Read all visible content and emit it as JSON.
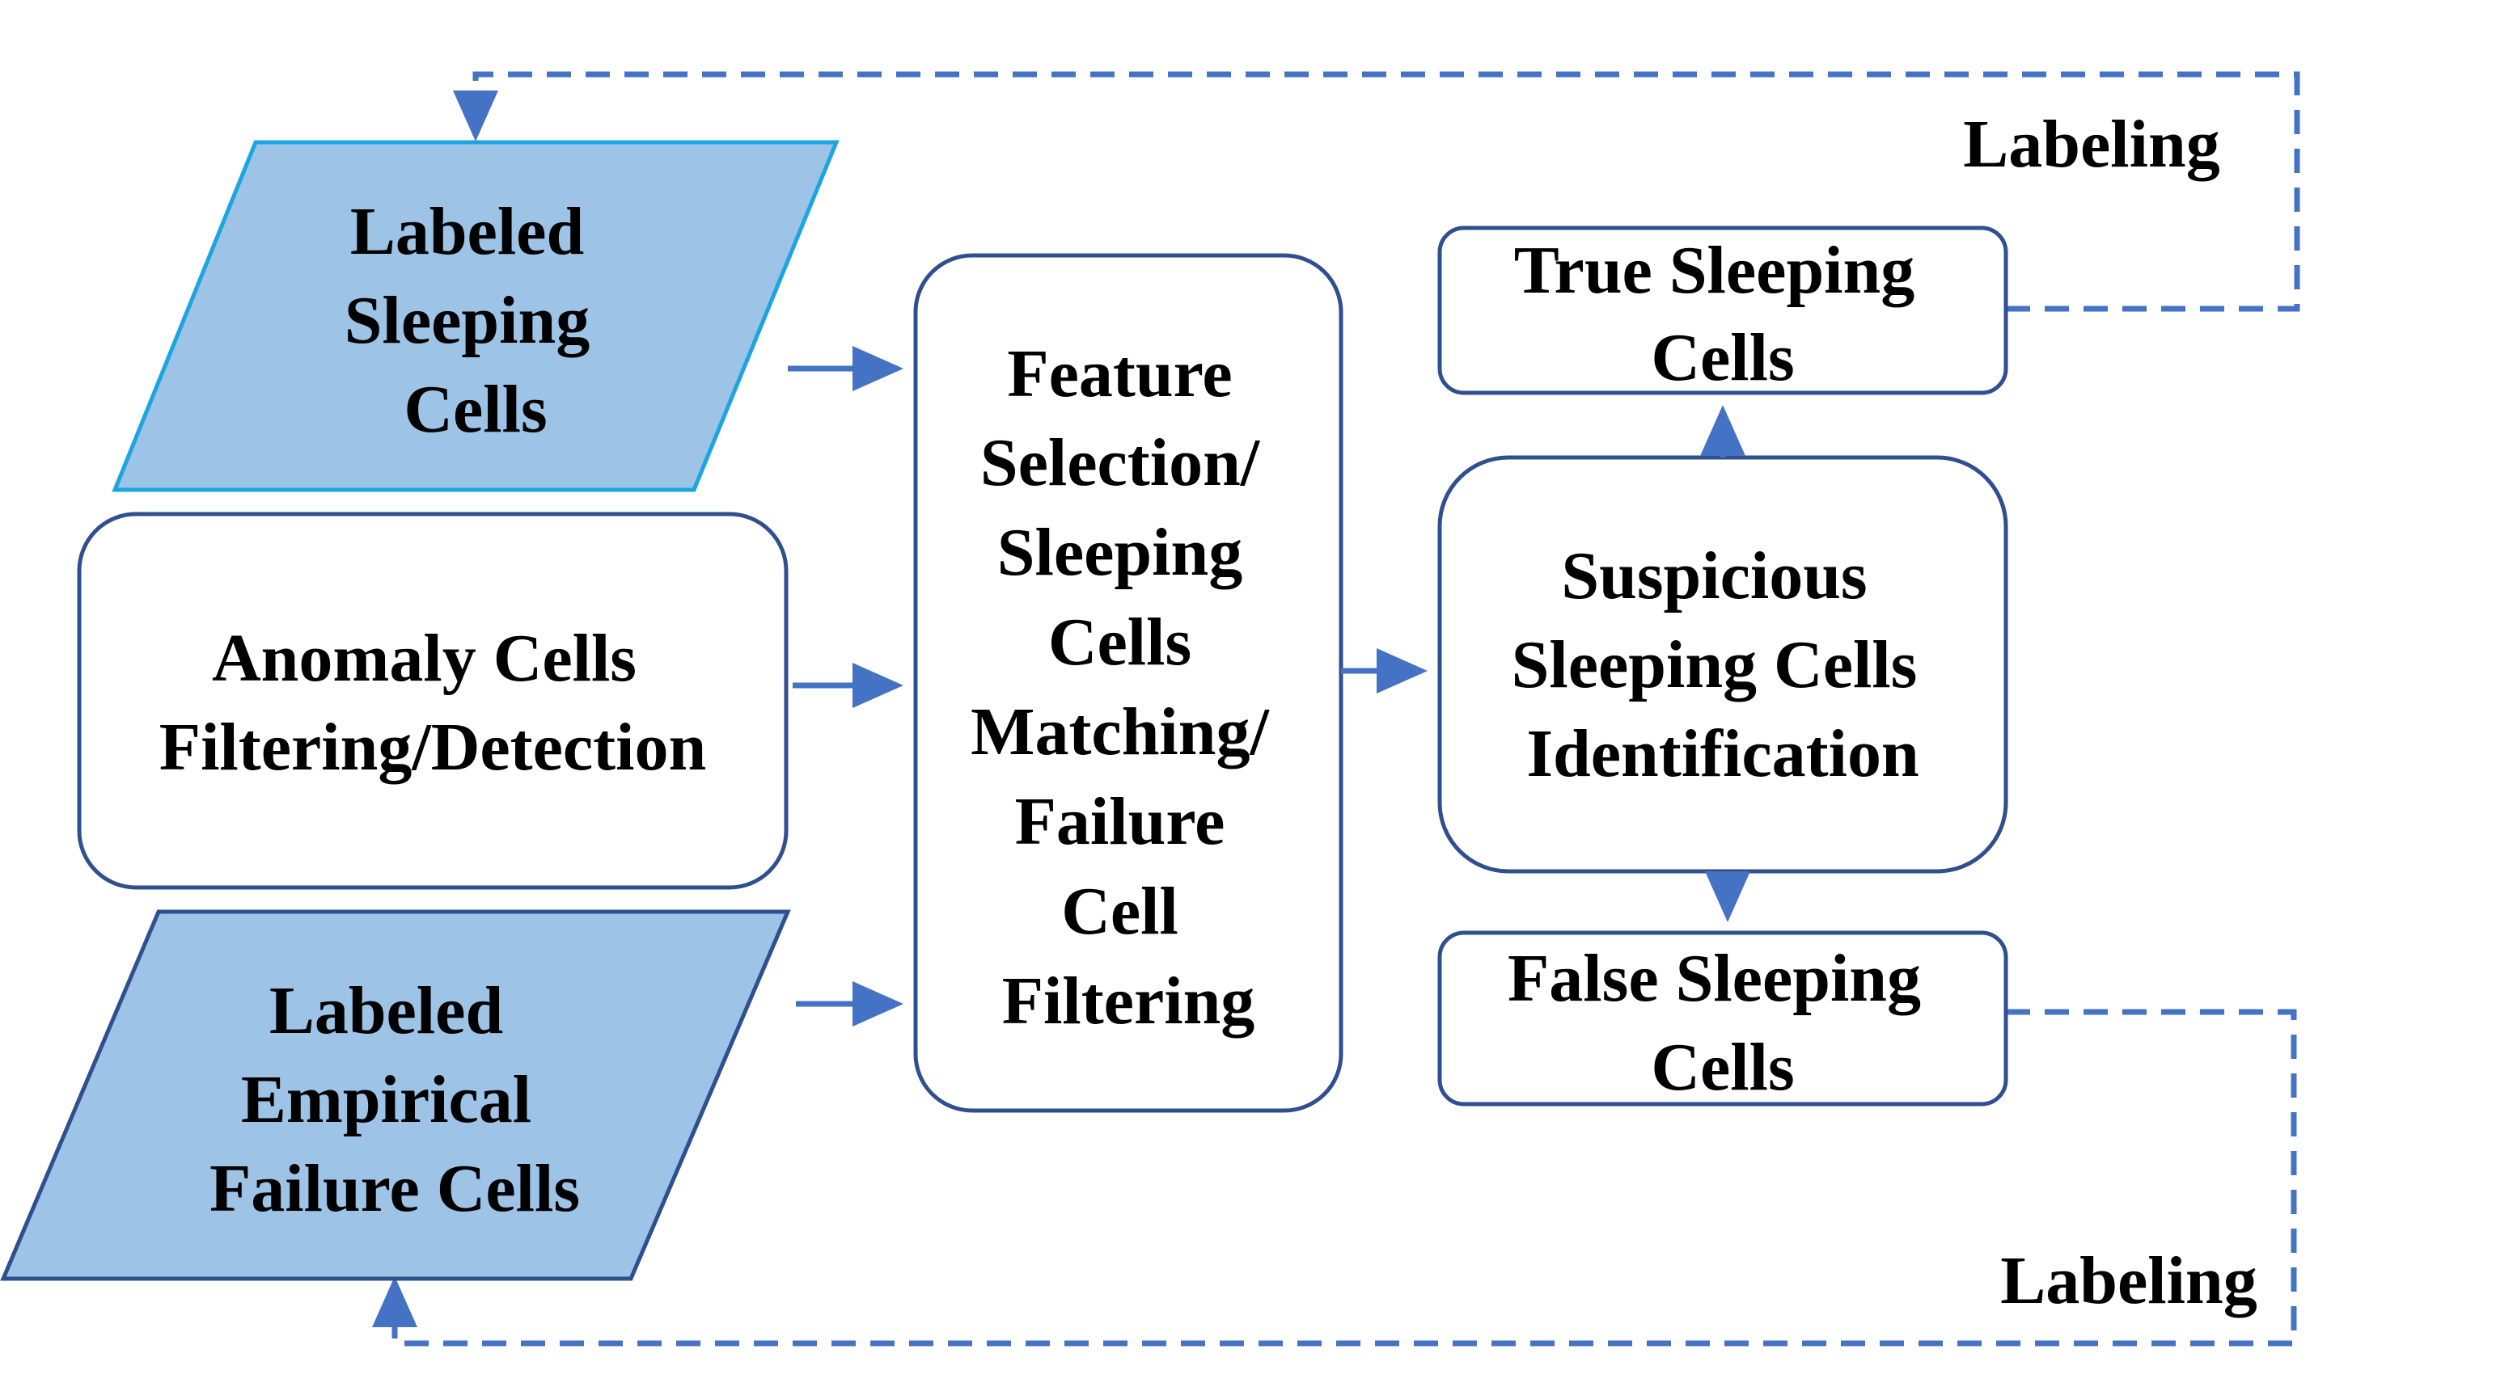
{
  "colors": {
    "flow": "#4472C4",
    "box_stroke": "#2F4F8F",
    "data_fill": "#9DC3E6",
    "data_stroke_top": "#1CA5E0",
    "data_stroke_bottom": "#2F4F8F",
    "text": "#000000"
  },
  "nodes": {
    "labeled_sleeping": {
      "lines": [
        "Labeled",
        "Sleeping",
        "Cells"
      ]
    },
    "anomaly": {
      "lines": [
        "Anomaly Cells",
        "Filtering/Detection"
      ]
    },
    "labeled_empirical": {
      "lines": [
        "Labeled",
        "Empirical",
        "Failure Cells"
      ]
    },
    "feature": {
      "lines": [
        "Feature",
        "Selection/",
        "Sleeping",
        "Cells",
        "Matching/",
        "Failure",
        "Cell",
        "Filtering"
      ]
    },
    "suspicious": {
      "lines": [
        "Suspicious",
        "Sleeping Cells",
        "Identification"
      ]
    },
    "true_sleeping": {
      "lines": [
        "True Sleeping",
        "Cells"
      ]
    },
    "false_sleeping": {
      "lines": [
        "False Sleeping",
        "Cells"
      ]
    }
  },
  "labels": {
    "labeling_top": "Labeling",
    "labeling_bottom": "Labeling"
  }
}
